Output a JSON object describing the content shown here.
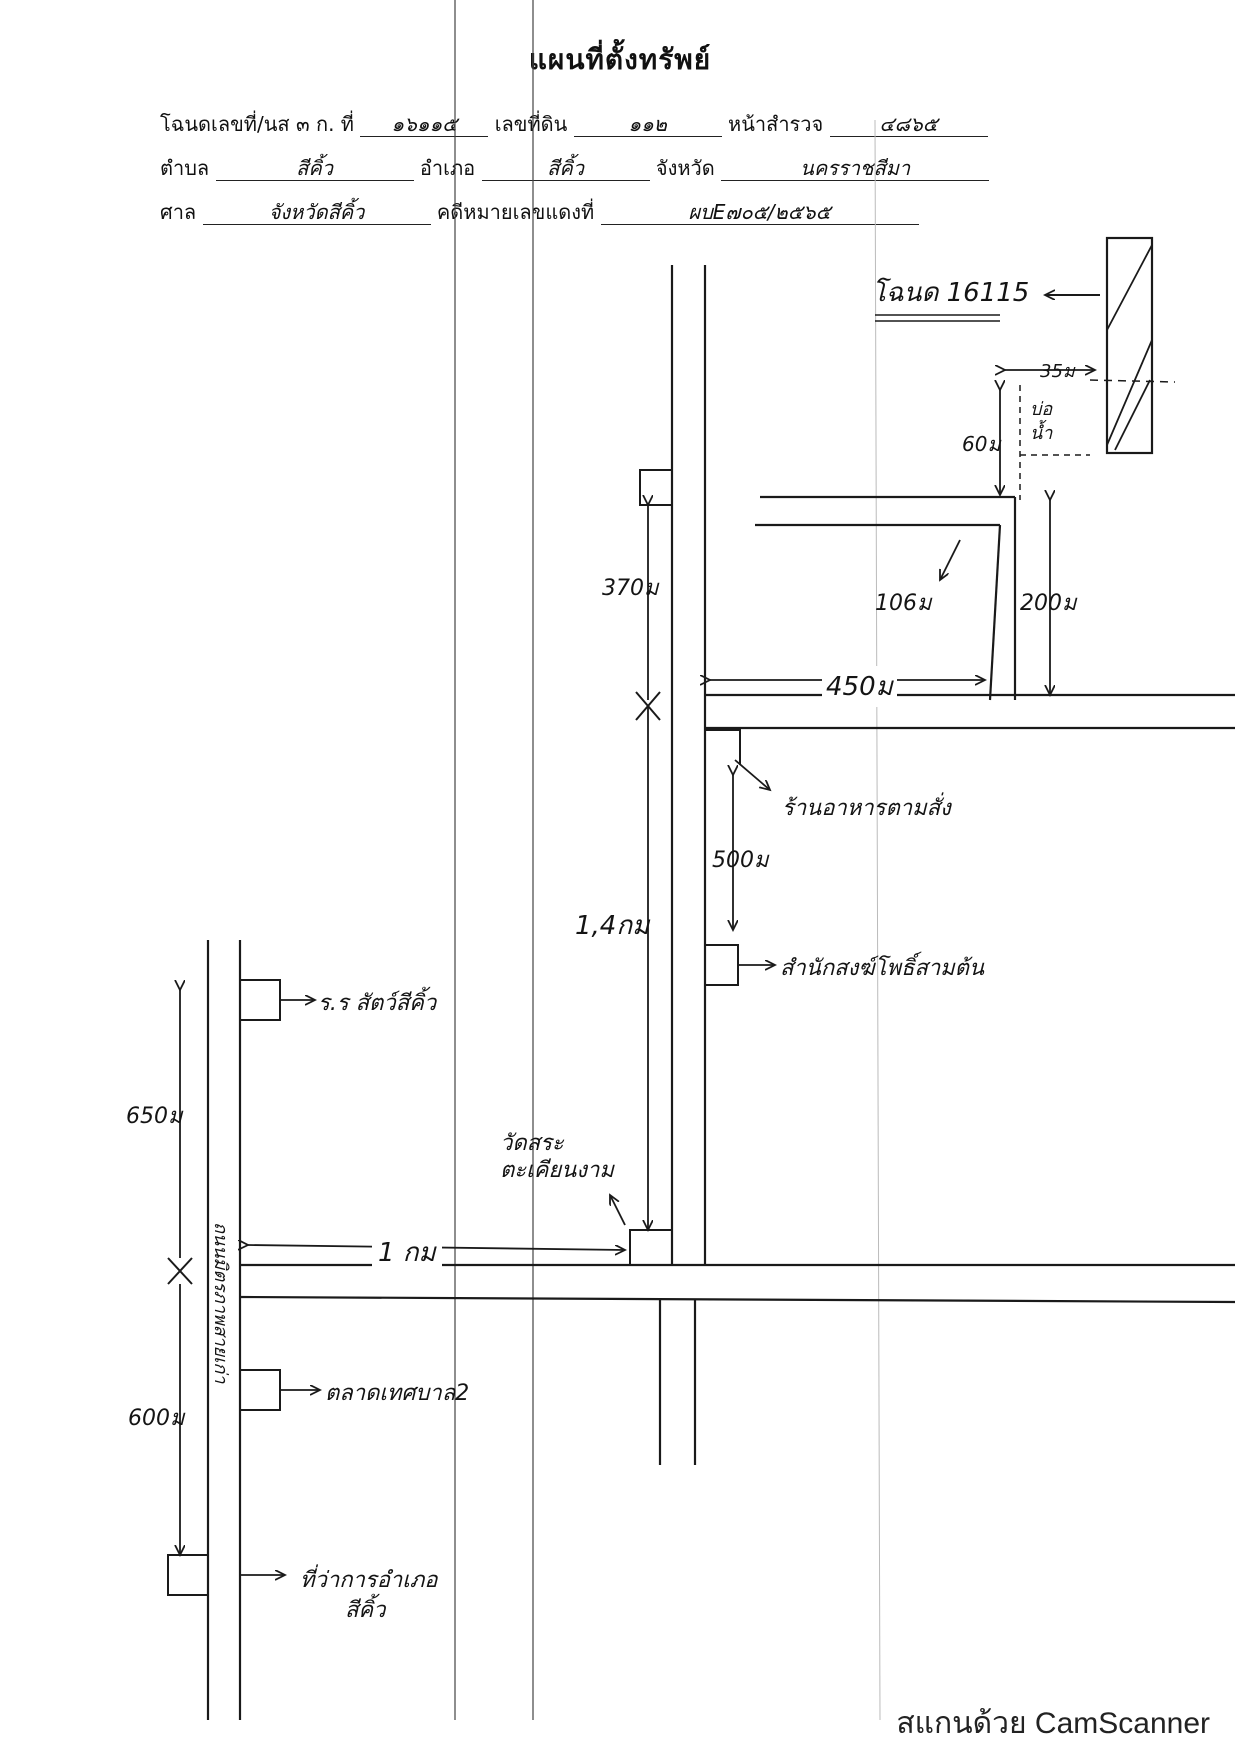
{
  "header": {
    "title": "แผนที่ตั้งทรัพย์",
    "deed_label": "โฉนดเลขที่/นส ๓ ก. ที่",
    "deed_value": "๑๖๑๑๕",
    "land_no_label": "เลขที่ดิน",
    "land_no_value": "๑๑๒",
    "survey_page_label": "หน้าสำรวจ",
    "survey_page_value": "๔๘๖๕",
    "subdistrict_label": "ตำบล",
    "subdistrict_value": "สีคิ้ว",
    "district_label": "อำเภอ",
    "district_value": "สีคิ้ว",
    "province_label": "จังหวัด",
    "province_value": "นครราชสีมา",
    "court_label": "ศาล",
    "court_value": "จังหวัดสีคิ้ว",
    "case_label": "คดีหมายเลขแดงที่",
    "case_value": "ผบE๗๐๕/๒๕๖๕"
  },
  "map": {
    "deed_annotation": "โฉนด 16115",
    "dist_35m": "35ม",
    "dist_60m": "60ม",
    "pond_label": "บ่อ",
    "pond_label2": "น้ำ",
    "dist_106m": "106ม",
    "dist_200m": "200ม",
    "dist_450m": "450ม",
    "dist_370m": "370ม",
    "restaurant_label": "ร้านอาหารตามสั่ง",
    "dist_500m": "500ม",
    "dist_14km": "1,4กม",
    "office_label": "สำนักสงฆ์โพธิ์สามต้น",
    "school_label": "ร.ร สัตว์สีคิ้ว",
    "dist_650m": "650ม",
    "temple_label": "วัดสระ",
    "temple_label2": "ตะเคียนงาม",
    "dist_1km": "1 กม",
    "road_label": "ถนนมิตรภาพสายเก่า",
    "market_label": "ตลาดเทศบาล2",
    "dist_600m": "600ม",
    "district_office_label": "ที่ว่าการอำเภอ",
    "district_office_label2": "สีคิ้ว"
  },
  "footer": {
    "scanner": "สแกนด้วย CamScanner"
  }
}
